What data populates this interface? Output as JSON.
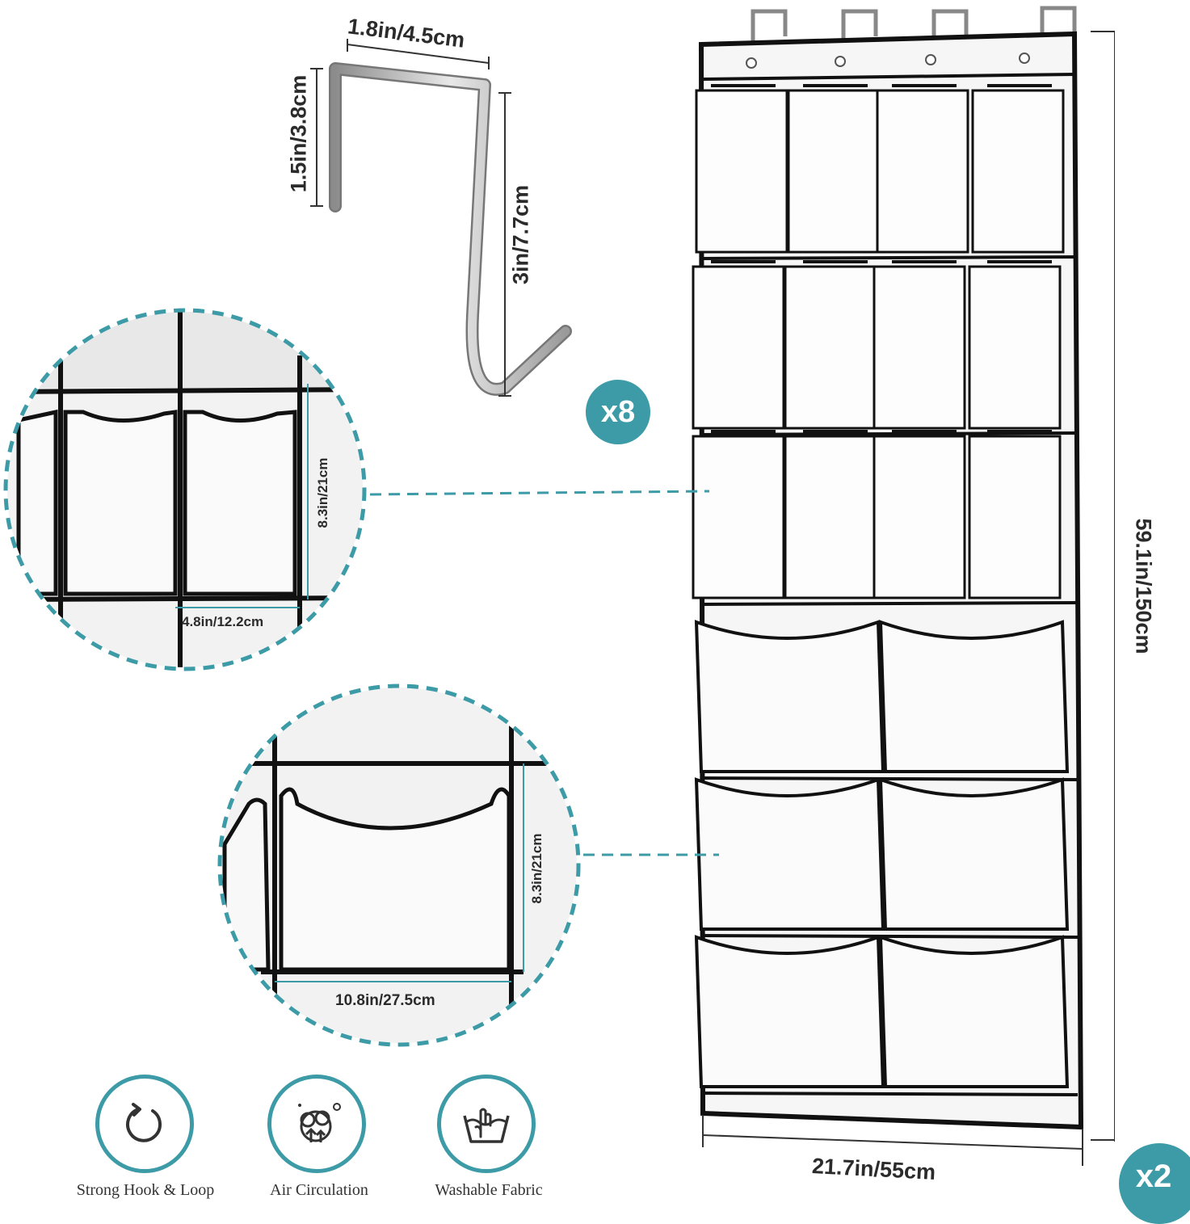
{
  "hook": {
    "width_label": "1.8in/4.5cm",
    "short_height_label": "1.5in/3.8cm",
    "long_height_label": "3in/7.7cm",
    "quantity_badge": "x8"
  },
  "organizer": {
    "height_label": "59.1in/150cm",
    "width_label": "21.7in/55cm",
    "quantity_badge": "x2"
  },
  "small_pocket_detail": {
    "height_label": "8.3in/21cm",
    "width_label": "4.8in/12.2cm"
  },
  "large_pocket_detail": {
    "height_label": "8.3in/21cm",
    "width_label": "10.8in/27.5cm"
  },
  "features": [
    {
      "icon": "rotate-arrow-icon",
      "label": "Strong Hook & Loop"
    },
    {
      "icon": "air-flow-icon",
      "label": "Air Circulation"
    },
    {
      "icon": "hand-wash-icon",
      "label": "Washable Fabric"
    }
  ],
  "colors": {
    "accent": "#3c9ba6",
    "binding": "#111111",
    "fabric": "#f4f4f4"
  }
}
